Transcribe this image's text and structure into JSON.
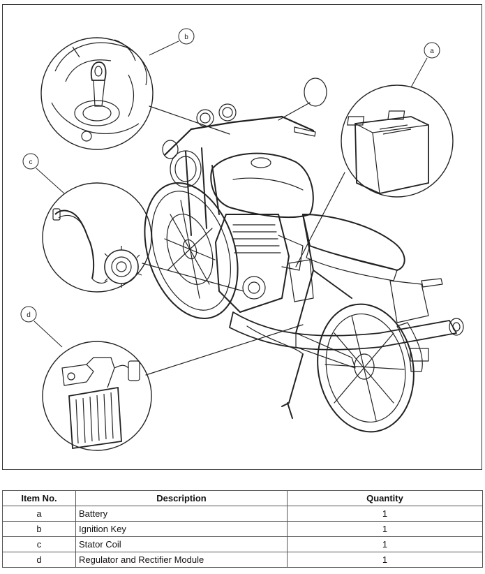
{
  "figure": {
    "callouts": [
      {
        "id": "a"
      },
      {
        "id": "b"
      },
      {
        "id": "c"
      },
      {
        "id": "d"
      }
    ]
  },
  "table": {
    "headers": [
      "Item No.",
      "Description",
      "Quantity"
    ],
    "rows": [
      {
        "item": "a",
        "description": "Battery",
        "quantity": "1"
      },
      {
        "item": "b",
        "description": "Ignition Key",
        "quantity": "1"
      },
      {
        "item": "c",
        "description": "Stator Coil",
        "quantity": "1"
      },
      {
        "item": "d",
        "description": "Regulator and Rectifier Module",
        "quantity": "1"
      }
    ]
  }
}
